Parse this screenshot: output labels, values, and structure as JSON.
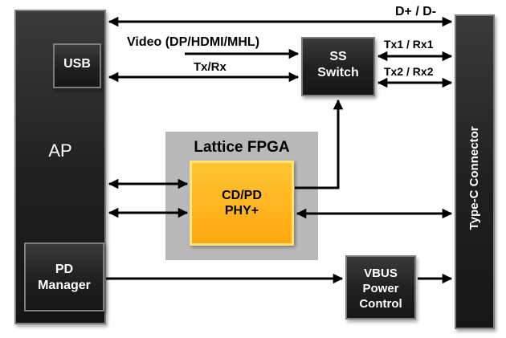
{
  "blocks": {
    "ap": "AP",
    "usb": "USB",
    "pd_manager": [
      "PD",
      "Manager"
    ],
    "ss_switch": [
      "SS",
      "Switch"
    ],
    "fpga_group": "Lattice FPGA",
    "cdpd": [
      "CD/PD",
      "PHY+"
    ],
    "vbus": [
      "VBUS",
      "Power",
      "Control"
    ],
    "type_c": "Type-C Connector"
  },
  "signals": {
    "dp_dm": "D+ / D-",
    "video": "Video (DP/HDMI/MHL)",
    "txrx": "Tx/Rx",
    "tx1rx1": "Tx1 / Rx1",
    "tx2rx2": "Tx2 / Rx2"
  },
  "colors": {
    "block_dark": "#1f1f1f",
    "fpga_group": "#b9b9b9",
    "phy_fill": "#ffb51e",
    "phy_border": "#ffd54f"
  }
}
